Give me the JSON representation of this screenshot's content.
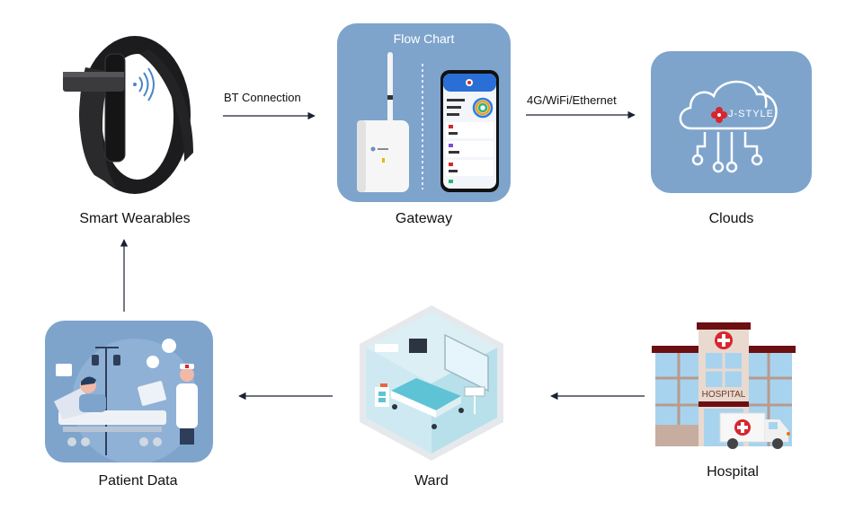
{
  "diagram": {
    "nodes": [
      {
        "id": "smart-wearables",
        "label": "Smart Wearables",
        "icon": "wristband-icon"
      },
      {
        "id": "gateway",
        "label": "Gateway",
        "icon": "gateway-device-icon",
        "tile_title": "Flow Chart"
      },
      {
        "id": "clouds",
        "label": "Clouds",
        "icon": "cloud-network-icon",
        "logo_text": "J-STYLE"
      },
      {
        "id": "hospital",
        "label": "Hospital",
        "icon": "hospital-building-icon",
        "sign_text": "HOSPITAL"
      },
      {
        "id": "ward",
        "label": "Ward",
        "icon": "hospital-ward-icon"
      },
      {
        "id": "patient-data",
        "label": "Patient Data",
        "icon": "patient-doctor-icon"
      }
    ],
    "edges": [
      {
        "from": "smart-wearables",
        "to": "gateway",
        "label": "BT Connection"
      },
      {
        "from": "gateway",
        "to": "clouds",
        "label": "4G/WiFi/Ethernet"
      },
      {
        "from": "hospital",
        "to": "ward",
        "label": ""
      },
      {
        "from": "ward",
        "to": "patient-data",
        "label": ""
      },
      {
        "from": "patient-data",
        "to": "smart-wearables",
        "label": ""
      }
    ],
    "colors": {
      "tile_blue": "#7ea4cc",
      "arrow": "#1a2233",
      "text": "#111111",
      "brand_red": "#d8262e",
      "hospital_maroon": "#6b0f12"
    }
  }
}
